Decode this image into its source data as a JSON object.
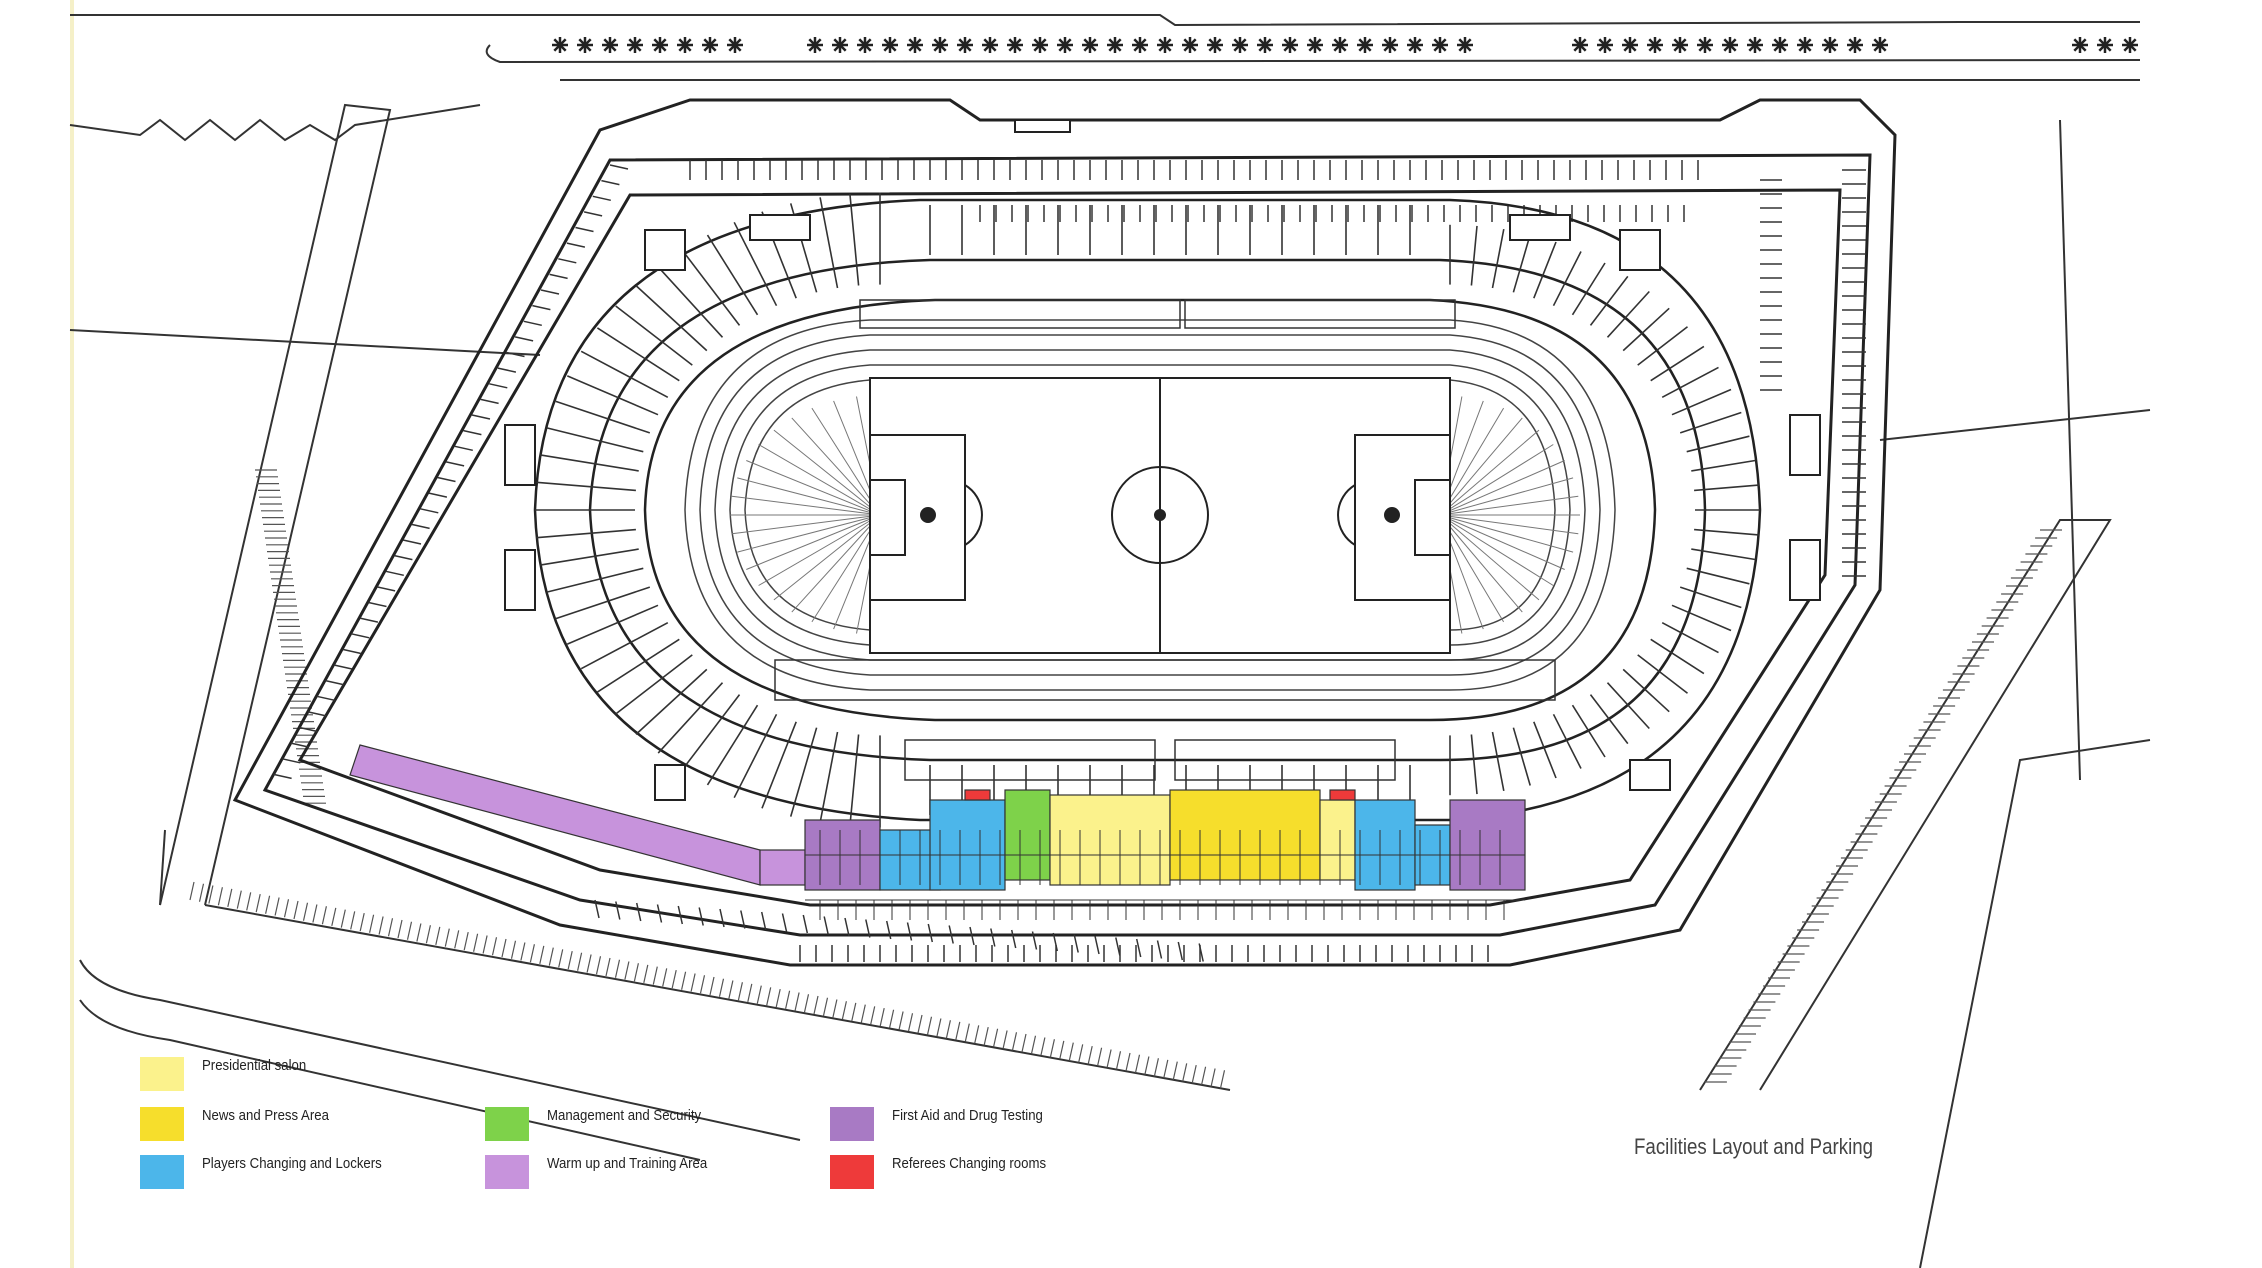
{
  "legend": [
    {
      "label": "Presidential salon",
      "color": "#fbf28c"
    },
    {
      "label": "News and Press Area",
      "color": "#f6de2c"
    },
    {
      "label": "Players Changing and Lockers",
      "color": "#4cb6ea"
    },
    {
      "label": "Management and Security",
      "color": "#7ed24a"
    },
    {
      "label": "Warm up and Training Area",
      "color": "#c793dc"
    },
    {
      "label": "First Aid and Drug Testing",
      "color": "#a87ac4"
    },
    {
      "label": "Referees Changing rooms",
      "color": "#ee3a3a"
    }
  ],
  "caption": "Facilities Layout and Parking",
  "colors": {
    "line": "#222222",
    "fade": "#555555",
    "paper": "#ffffff"
  }
}
